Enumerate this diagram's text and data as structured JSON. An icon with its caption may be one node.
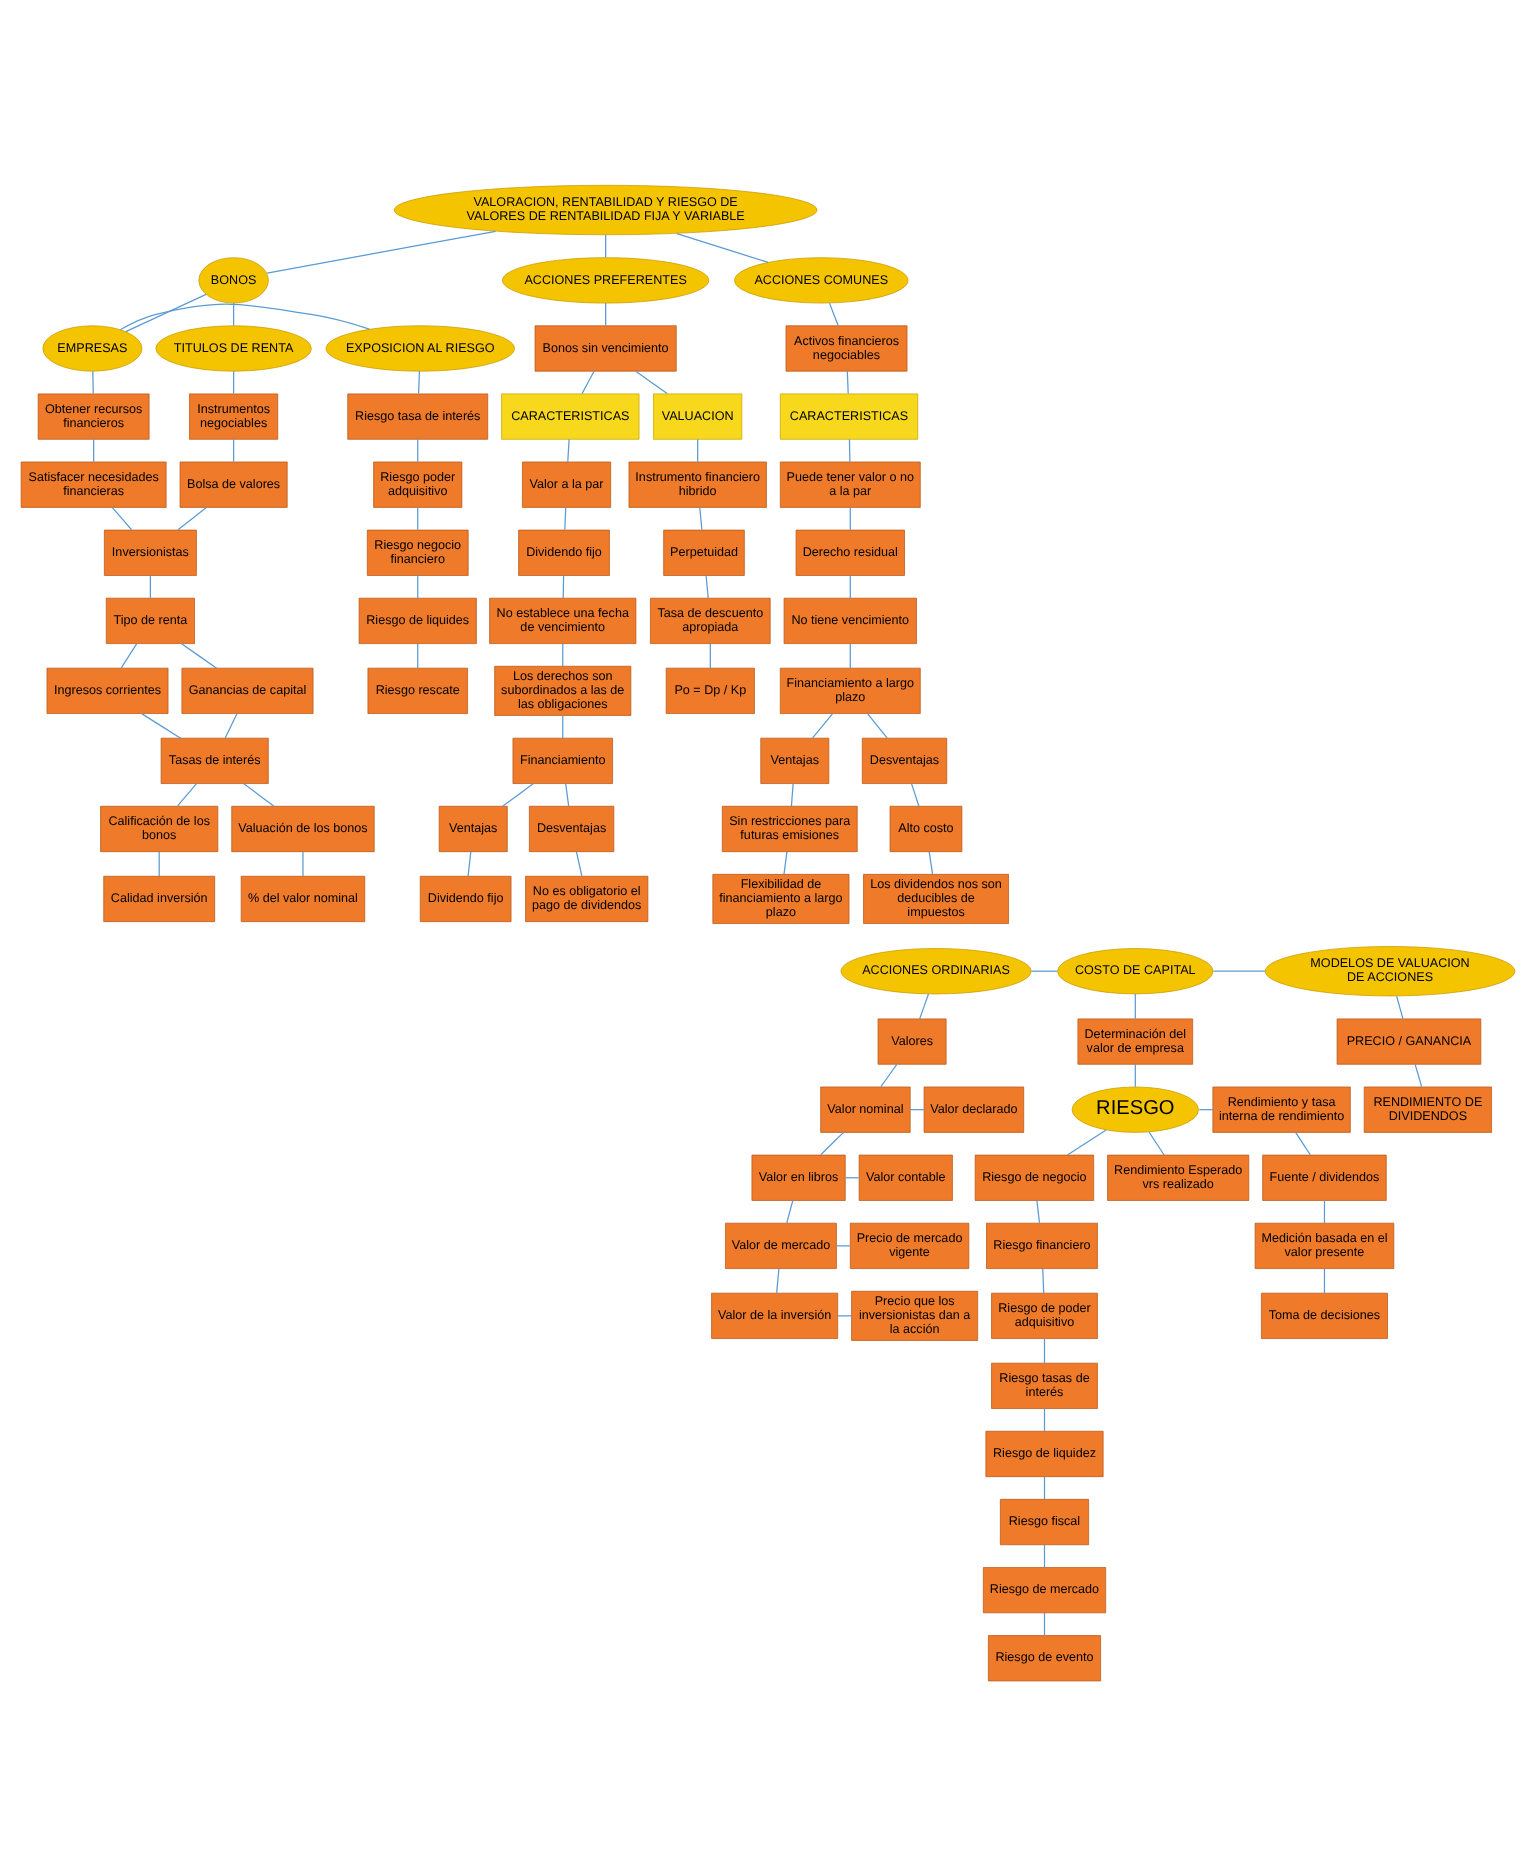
{
  "diagram": {
    "nodes": [
      {
        "text": [
          "VALORACION, RENTABILIDAD Y RIESGO DE VALORES DE RENTABILIDAD FIJA Y VARIABLE"
        ]
      },
      {
        "text": [
          "BONOS"
        ]
      },
      {
        "text": [
          "ACCIONES PREFERENTES"
        ]
      },
      {
        "text": [
          "ACCIONES COMUNES"
        ]
      },
      {
        "text": [
          "TITULOS DE RENTA"
        ]
      },
      {
        "text": [
          "EMPRESAS"
        ]
      },
      {
        "text": [
          "EXPOSICION AL RIESGO"
        ]
      },
      {
        "text": [
          "Instrumentos negociables"
        ]
      },
      {
        "text": [
          "Bolsa de valores"
        ]
      },
      {
        "text": [
          "Obtener recursos financieros"
        ]
      },
      {
        "text": [
          "Satisfacer necesidades financieras"
        ]
      },
      {
        "text": [
          "Inversionistas"
        ]
      },
      {
        "text": [
          "Tipo de renta"
        ]
      },
      {
        "text": [
          "Ingresos corrientes"
        ]
      },
      {
        "text": [
          "Ganancias de capital"
        ]
      },
      {
        "text": [
          "Tasas de interés"
        ]
      },
      {
        "text": [
          "Calificación de los bonos"
        ]
      },
      {
        "text": [
          "Valuación de los bonos"
        ]
      },
      {
        "text": [
          "Calidad inversión"
        ]
      },
      {
        "text": [
          "% del valor nominal"
        ]
      },
      {
        "text": [
          "Riesgo tasa de interés"
        ]
      },
      {
        "text": [
          "Riesgo poder adquisitivo"
        ]
      },
      {
        "text": [
          "Riesgo negocio financiero"
        ]
      },
      {
        "text": [
          "Riesgo de liquides"
        ]
      },
      {
        "text": [
          "Riesgo rescate"
        ]
      },
      {
        "text": [
          "Bonos sin vencimiento"
        ]
      },
      {
        "text": [
          "CARACTERISTICAS"
        ]
      },
      {
        "text": [
          "Valor a la par"
        ]
      },
      {
        "text": [
          "Dividendo fijo"
        ]
      },
      {
        "text": [
          "No establece una fecha de vencimiento"
        ]
      },
      {
        "text": [
          "Los derechos son subordinados a las de las obligaciones"
        ]
      },
      {
        "text": [
          "Financiamiento"
        ]
      },
      {
        "text": [
          "Ventajas"
        ]
      },
      {
        "text": [
          "Dividendo fijo"
        ]
      },
      {
        "text": [
          "Desventajas"
        ]
      },
      {
        "text": [
          "No es obligatorio el pago de dividendos"
        ]
      },
      {
        "text": [
          "VALUACION"
        ]
      },
      {
        "text": [
          "Instrumento financiero hibrido"
        ]
      },
      {
        "text": [
          "Perpetuidad"
        ]
      },
      {
        "text": [
          "Tasa de descuento apropiada"
        ]
      },
      {
        "text": [
          "Po = Dp / Kp"
        ]
      },
      {
        "text": [
          "Activos financieros negociables"
        ]
      },
      {
        "text": [
          "CARACTERISTICAS"
        ]
      },
      {
        "text": [
          "Puede tener valor o no a la par"
        ]
      },
      {
        "text": [
          "Derecho residual"
        ]
      },
      {
        "text": [
          "No tiene vencimiento"
        ]
      },
      {
        "text": [
          "Financiamiento a largo plazo"
        ]
      },
      {
        "text": [
          "Ventajas"
        ]
      },
      {
        "text": [
          "Desventajas"
        ]
      },
      {
        "text": [
          "Sin restricciones para futuras emisiones"
        ]
      },
      {
        "text": [
          "Flexibilidad de financiamiento a largo plazo"
        ]
      },
      {
        "text": [
          "Alto costo"
        ]
      },
      {
        "text": [
          "Los dividendos nos son deducibles de impuestos"
        ]
      },
      {
        "text": [
          "ACCIONES ORDINARIAS"
        ]
      },
      {
        "text": [
          "Valores"
        ]
      },
      {
        "text": [
          "Valor nominal"
        ]
      },
      {
        "text": [
          "Valor declarado"
        ]
      },
      {
        "text": [
          "Valor en libros"
        ]
      },
      {
        "text": [
          "Valor contable"
        ]
      },
      {
        "text": [
          "Valor de mercado"
        ]
      },
      {
        "text": [
          "Precio de mercado vigente"
        ]
      },
      {
        "text": [
          "Valor de la inversión"
        ]
      },
      {
        "text": [
          "Precio que los inversionistas dan a la acción"
        ]
      },
      {
        "text": [
          "COSTO DE CAPITAL"
        ]
      },
      {
        "text": [
          "Determinación del valor de empresa"
        ]
      },
      {
        "text": [
          "RIESGO"
        ]
      },
      {
        "text": [
          "Rendimiento y tasa interna de rendimiento"
        ]
      },
      {
        "text": [
          "Fuente / dividendos"
        ]
      },
      {
        "text": [
          "Medición basada en el valor presente"
        ]
      },
      {
        "text": [
          "Toma de decisiones"
        ]
      },
      {
        "text": [
          "Rendimiento Esperado vrs realizado"
        ]
      },
      {
        "text": [
          "Riesgo de negocio"
        ]
      },
      {
        "text": [
          "Riesgo financiero"
        ]
      },
      {
        "text": [
          "Riesgo de poder adquisitivo"
        ]
      },
      {
        "text": [
          "Riesgo tasas de interés"
        ]
      },
      {
        "text": [
          "Riesgo de liquidez"
        ]
      },
      {
        "text": [
          "Riesgo fiscal"
        ]
      },
      {
        "text": [
          "Riesgo de mercado"
        ]
      },
      {
        "text": [
          "Riesgo de evento"
        ]
      },
      {
        "text": [
          "MODELOS DE VALUACION DE ACCIONES"
        ]
      },
      {
        "text": [
          "PRECIO / GANANCIA"
        ]
      },
      {
        "text": [
          "RENDIMIENTO DE DIVIDENDOS"
        ]
      }
    ],
    "edges": [
      {
        "from": 0,
        "to": 1,
        "arrow": "none"
      },
      {
        "from": 0,
        "to": 2,
        "arrow": "none"
      },
      {
        "from": 0,
        "to": 3,
        "arrow": "none"
      },
      {
        "from": 1,
        "to": 4,
        "arrow": "none"
      },
      {
        "from": 1,
        "to": 5,
        "arrow": "none"
      },
      {
        "from": 5,
        "to": 6,
        "arrow": "none"
      },
      {
        "from": 4,
        "to": 7,
        "arrow": "none"
      },
      {
        "from": 7,
        "to": 8,
        "arrow": "none"
      },
      {
        "from": 5,
        "to": 9,
        "arrow": "none"
      },
      {
        "from": 9,
        "to": 10,
        "arrow": "none"
      },
      {
        "from": 8,
        "to": 11,
        "arrow": "none"
      },
      {
        "from": 10,
        "to": 11,
        "arrow": "none"
      },
      {
        "from": 11,
        "to": 12,
        "arrow": "none"
      },
      {
        "from": 12,
        "to": 13,
        "arrow": "none"
      },
      {
        "from": 12,
        "to": 14,
        "arrow": "none"
      },
      {
        "from": 13,
        "to": 15,
        "arrow": "none"
      },
      {
        "from": 14,
        "to": 15,
        "arrow": "none"
      },
      {
        "from": 15,
        "to": 16,
        "arrow": "none"
      },
      {
        "from": 15,
        "to": 17,
        "arrow": "none"
      },
      {
        "from": 16,
        "to": 18,
        "arrow": "none"
      },
      {
        "from": 17,
        "to": 19,
        "arrow": "none"
      },
      {
        "from": 6,
        "to": 20,
        "arrow": "none"
      },
      {
        "from": 20,
        "to": 21,
        "arrow": "none"
      },
      {
        "from": 21,
        "to": 22,
        "arrow": "none"
      },
      {
        "from": 22,
        "to": 23,
        "arrow": "none"
      },
      {
        "from": 23,
        "to": 24,
        "arrow": "none"
      },
      {
        "from": 2,
        "to": 25,
        "arrow": "none"
      },
      {
        "from": 25,
        "to": 26,
        "arrow": "none"
      },
      {
        "from": 25,
        "to": 36,
        "arrow": "none"
      },
      {
        "from": 26,
        "to": 27,
        "arrow": "none"
      },
      {
        "from": 27,
        "to": 28,
        "arrow": "none"
      },
      {
        "from": 28,
        "to": 29,
        "arrow": "none"
      },
      {
        "from": 29,
        "to": 30,
        "arrow": "none"
      },
      {
        "from": 30,
        "to": 31,
        "arrow": "none"
      },
      {
        "from": 31,
        "to": 32,
        "arrow": "none"
      },
      {
        "from": 31,
        "to": 34,
        "arrow": "none"
      },
      {
        "from": 32,
        "to": 33,
        "arrow": "none"
      },
      {
        "from": 34,
        "to": 35,
        "arrow": "none"
      },
      {
        "from": 36,
        "to": 37,
        "arrow": "none"
      },
      {
        "from": 37,
        "to": 38,
        "arrow": "none"
      },
      {
        "from": 38,
        "to": 39,
        "arrow": "none"
      },
      {
        "from": 39,
        "to": 40,
        "arrow": "none"
      },
      {
        "from": 3,
        "to": 41,
        "arrow": "none"
      },
      {
        "from": 41,
        "to": 42,
        "arrow": "none"
      },
      {
        "from": 42,
        "to": 43,
        "arrow": "none"
      },
      {
        "from": 43,
        "to": 44,
        "arrow": "none"
      },
      {
        "from": 44,
        "to": 45,
        "arrow": "none"
      },
      {
        "from": 45,
        "to": 46,
        "arrow": "none"
      },
      {
        "from": 46,
        "to": 47,
        "arrow": "none"
      },
      {
        "from": 46,
        "to": 48,
        "arrow": "none"
      },
      {
        "from": 47,
        "to": 49,
        "arrow": "none"
      },
      {
        "from": 49,
        "to": 50,
        "arrow": "none"
      },
      {
        "from": 48,
        "to": 51,
        "arrow": "none"
      },
      {
        "from": 51,
        "to": 52,
        "arrow": "none"
      },
      {
        "from": 53,
        "to": 63,
        "arrow": "none"
      },
      {
        "from": 63,
        "to": 79,
        "arrow": "none"
      },
      {
        "from": 53,
        "to": 54,
        "arrow": "none"
      },
      {
        "from": 54,
        "to": 55,
        "arrow": "none"
      },
      {
        "from": 55,
        "to": 56,
        "arrow": "none"
      },
      {
        "from": 55,
        "to": 57,
        "arrow": "none"
      },
      {
        "from": 57,
        "to": 58,
        "arrow": "none"
      },
      {
        "from": 57,
        "to": 59,
        "arrow": "none"
      },
      {
        "from": 59,
        "to": 60,
        "arrow": "none"
      },
      {
        "from": 59,
        "to": 61,
        "arrow": "none"
      },
      {
        "from": 61,
        "to": 62,
        "arrow": "none"
      },
      {
        "from": 63,
        "to": 64,
        "arrow": "none"
      },
      {
        "from": 64,
        "to": 65,
        "arrow": "none"
      },
      {
        "from": 65,
        "to": 66,
        "arrow": "none"
      },
      {
        "from": 66,
        "to": 67,
        "arrow": "none"
      },
      {
        "from": 67,
        "to": 68,
        "arrow": "none"
      },
      {
        "from": 68,
        "to": 69,
        "arrow": "none"
      },
      {
        "from": 65,
        "to": 70,
        "arrow": "none"
      },
      {
        "from": 65,
        "to": 71,
        "arrow": "none"
      },
      {
        "from": 71,
        "to": 72,
        "arrow": "none"
      },
      {
        "from": 72,
        "to": 73,
        "arrow": "none"
      },
      {
        "from": 73,
        "to": 74,
        "arrow": "none"
      },
      {
        "from": 74,
        "to": 75,
        "arrow": "none"
      },
      {
        "from": 75,
        "to": 76,
        "arrow": "none"
      },
      {
        "from": 76,
        "to": 77,
        "arrow": "none"
      },
      {
        "from": 77,
        "to": 78,
        "arrow": "none"
      },
      {
        "from": 79,
        "to": 80,
        "arrow": "none"
      },
      {
        "from": 80,
        "to": 81,
        "arrow": "none"
      }
    ]
  }
}
